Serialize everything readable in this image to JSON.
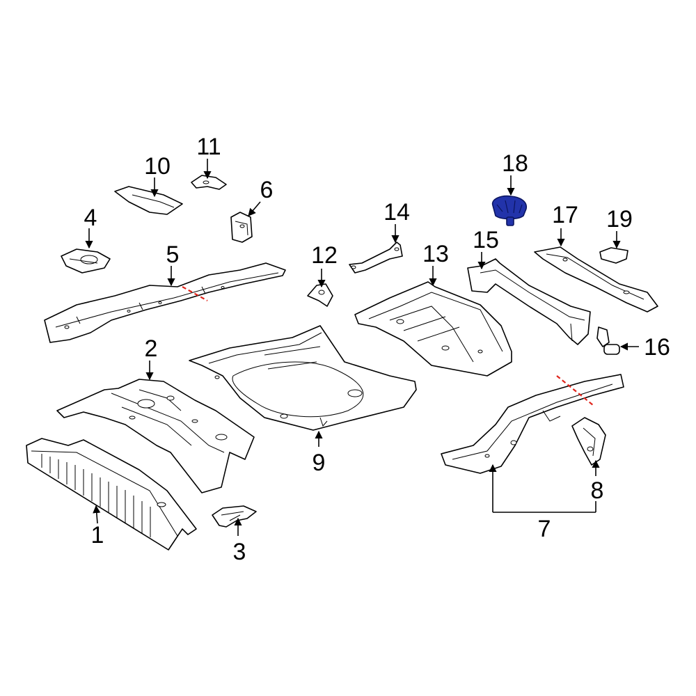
{
  "diagram": {
    "highlight_color": "#2233aa",
    "cut_line_color": "#e0241b",
    "highlighted_part": "18",
    "callouts": {
      "c1": "1",
      "c2": "2",
      "c3": "3",
      "c4": "4",
      "c5": "5",
      "c6": "6",
      "c7": "7",
      "c8": "8",
      "c9": "9",
      "c10": "10",
      "c11": "11",
      "c12": "12",
      "c13": "13",
      "c14": "14",
      "c15": "15",
      "c16": "16",
      "c17": "17",
      "c18": "18",
      "c19": "19"
    }
  }
}
